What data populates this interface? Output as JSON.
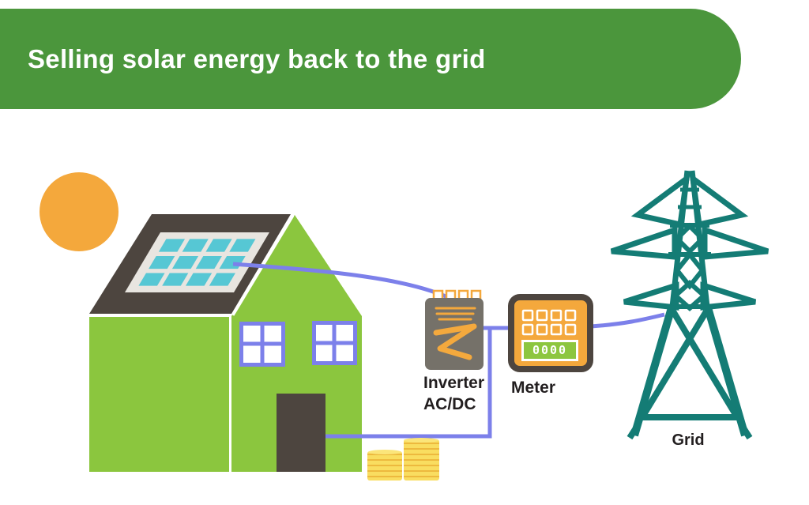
{
  "header": {
    "title": "Selling solar energy back to the grid",
    "background_color": "#4B963C",
    "text_color": "#FFFFFF"
  },
  "diagram": {
    "labels": {
      "inverter": "Inverter",
      "inverter_sub": "AC/DC",
      "meter": "Meter",
      "grid": "Grid"
    },
    "meter": {
      "reading": "0000"
    },
    "icons": {
      "sun": "sun-icon",
      "house": "house-icon",
      "solar_panel": "solar-panel-icon",
      "inverter": "inverter-icon",
      "meter": "electric-meter-icon",
      "coins": "coin-stacks-icon",
      "grid_tower": "transmission-tower-icon",
      "wires": "wire-connection-lines"
    },
    "colors": {
      "banner_green": "#4B963C",
      "house_green": "#8BC63E",
      "roof_dark": "#4D453F",
      "sun_orange": "#F4A83C",
      "meter_orange": "#F4A83C",
      "solar_cell_teal": "#56C7D4",
      "panel_frame_gray": "#E8E5E0",
      "wire_purple": "#7C80EA",
      "tower_teal": "#147C75",
      "coin_gold": "#F9DD60",
      "coin_stripe": "#EDB93E",
      "inverter_gray": "#757169",
      "display_green": "#8DC63F",
      "label_text": "#221E1F"
    }
  }
}
